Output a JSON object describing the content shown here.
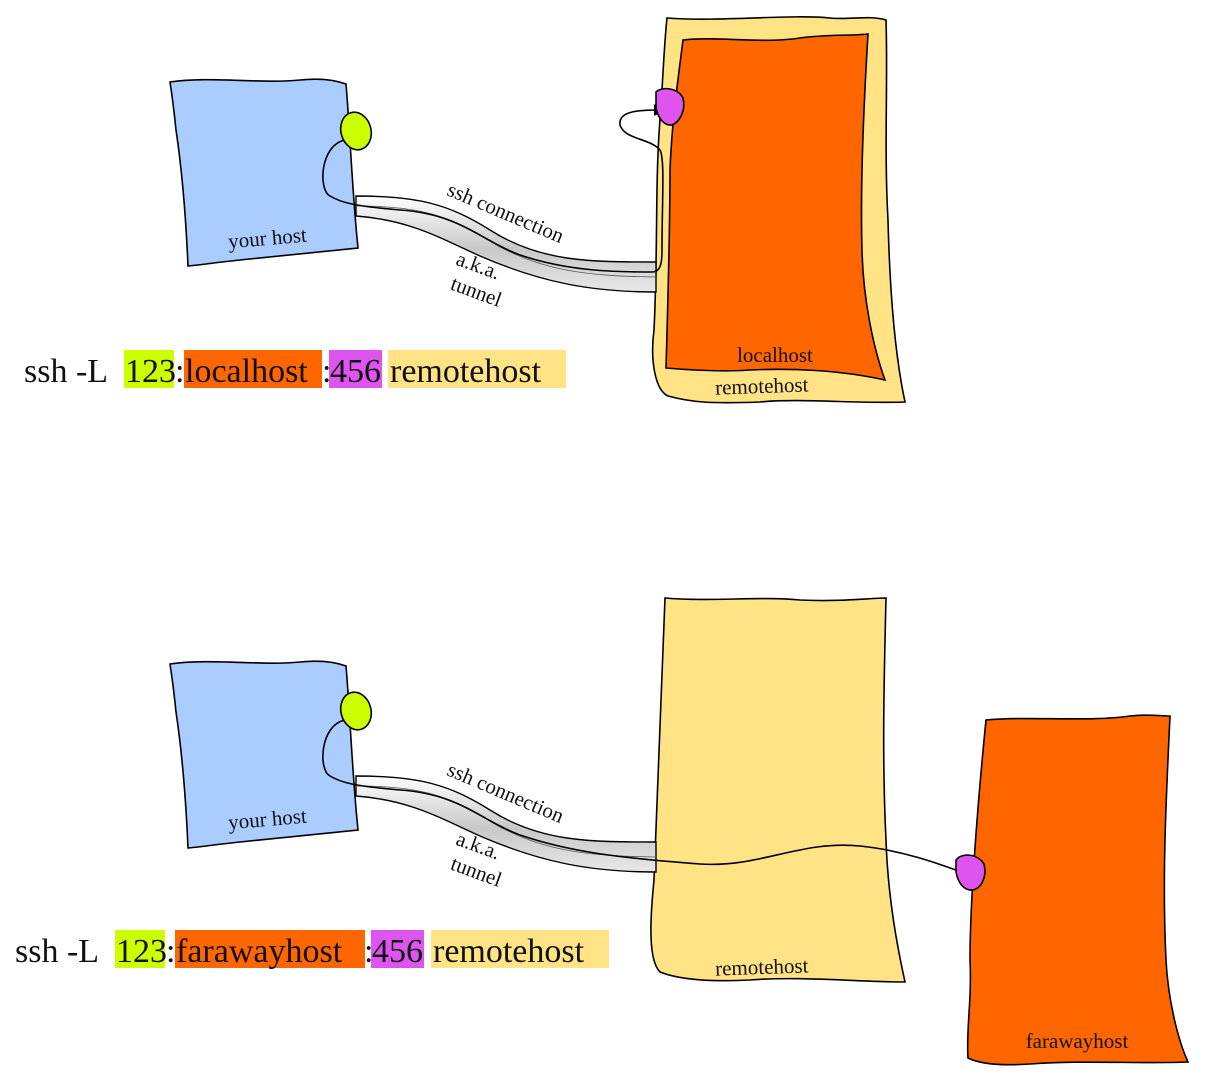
{
  "colors": {
    "your_host": "#aaccff",
    "local_port": "#ccff00",
    "remote_port": "#dd55ee",
    "localhost": "#ff6600",
    "remotehost": "#ffe384",
    "outline": "#000000"
  },
  "diagram_top": {
    "your_host_label": "your host",
    "connection_label": "ssh connection",
    "aka_label": "a.k.a.",
    "tunnel_label": "tunnel",
    "inner_host_label": "localhost",
    "outer_host_label": "remotehost",
    "command": {
      "prefix": "ssh -L ",
      "local_port": "123",
      "sep1": ":",
      "target_host": "localhost",
      "sep2": ":",
      "target_port": "456",
      "space": " ",
      "remote_host": "remotehost"
    }
  },
  "diagram_bottom": {
    "your_host_label": "your host",
    "connection_label": "ssh connection",
    "aka_label": "a.k.a.",
    "tunnel_label": "tunnel",
    "remote_host_label": "remotehost",
    "faraway_host_label": "farawayhost",
    "command": {
      "prefix": "ssh -L ",
      "local_port": "123",
      "sep1": ":",
      "target_host": "farawayhost",
      "sep2": ":",
      "target_port": "456",
      "space": " ",
      "remote_host": "remotehost"
    }
  }
}
